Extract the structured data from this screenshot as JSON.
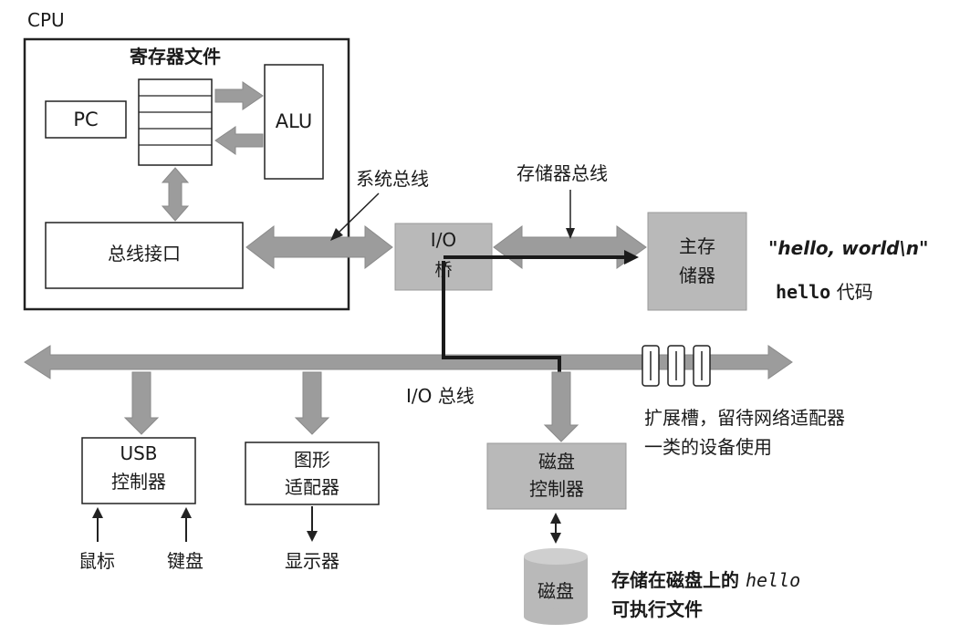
{
  "cpu": {
    "label": "CPU",
    "register_file": "寄存器文件",
    "pc": "PC",
    "alu": "ALU",
    "bus_interface": "总线接口"
  },
  "buses": {
    "system_bus": "系统总线",
    "memory_bus": "存储器总线",
    "io_bus": "I/O 总线"
  },
  "io_bridge": {
    "line1": "I/O",
    "line2": "桥"
  },
  "main_memory": {
    "line1": "主存",
    "line2": "储器"
  },
  "memory_contents": {
    "string": "\"hello, world\\n\"",
    "code_mono": "hello",
    "code_text": "代码"
  },
  "usb_controller": {
    "line1": "USB",
    "line2": "控制器"
  },
  "graphics_adapter": {
    "line1": "图形",
    "line2": "适配器"
  },
  "disk_controller": {
    "line1": "磁盘",
    "line2": "控制器"
  },
  "expansion_slots": {
    "line1": "扩展槽，留待网络适配器",
    "line2": "一类的设备使用"
  },
  "devices": {
    "mouse": "鼠标",
    "keyboard": "键盘",
    "display": "显示器",
    "disk": "磁盘"
  },
  "disk_note": {
    "line1_text": "存储在磁盘上的",
    "line1_mono": "hello",
    "line2": "可执行文件"
  },
  "colors": {
    "arrow_fill": "#9c9c9c",
    "box_gray": "#b9b9b9",
    "stroke": "#222222",
    "background": "#ffffff"
  }
}
